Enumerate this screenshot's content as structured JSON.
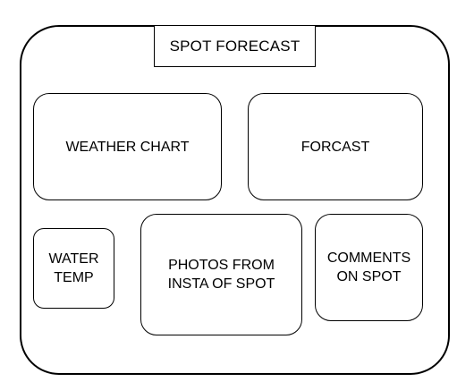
{
  "header": {
    "title": "SPOT FORECAST"
  },
  "panels": {
    "weather_chart": "WEATHER CHART",
    "forecast": "FORCAST",
    "water_temp": "WATER\nTEMP",
    "photos": "PHOTOS FROM\nINSTA OF SPOT",
    "comments": "COMMENTS\nON SPOT"
  },
  "colors": {
    "stroke": "#000000",
    "background": "#ffffff"
  }
}
